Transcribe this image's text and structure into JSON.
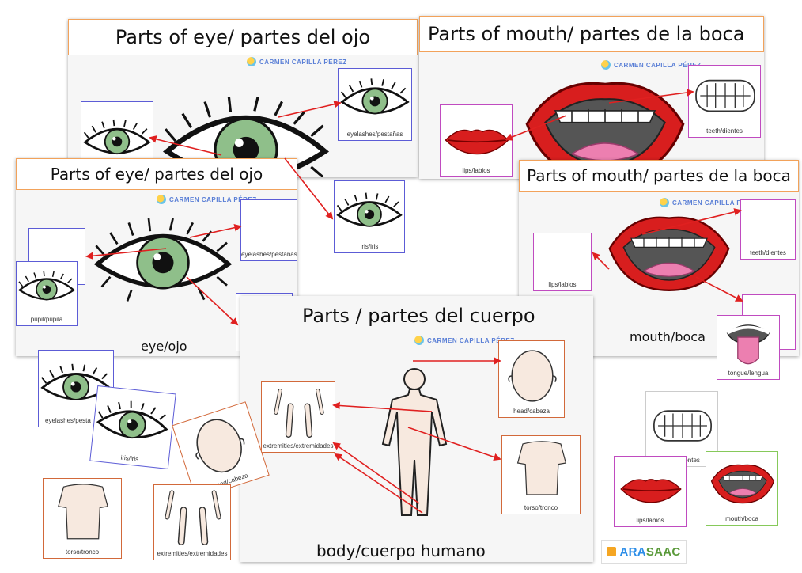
{
  "sheets": {
    "eye_back": {
      "title": "Parts of eye/ partes del ojo"
    },
    "mouth_back": {
      "title": "Parts of mouth/ partes de la boca"
    },
    "eye_front": {
      "title": "Parts of eye/ partes del ojo",
      "caption": "eye/ojo"
    },
    "mouth_front": {
      "title": "Parts of mouth/ partes de la boca",
      "caption": "mouth/boca"
    },
    "body": {
      "title": "Parts / partes del cuerpo",
      "caption": "body/cuerpo humano"
    }
  },
  "author": "CARMEN CAPILLA PÉREZ",
  "labels": {
    "eyelashes": "eyelashes/pestañas",
    "eyelashes_cut": "eyelashes/pesta",
    "iris": "iris/iris",
    "pupil": "pupil/pupila",
    "lips": "lips/labios",
    "teeth": "teeth/dientes",
    "tongue": "tongue/lengua",
    "mouth": "mouth/boca",
    "head": "head/cabeza",
    "torso": "torso/tronco",
    "extremities": "extremities/extremidades"
  },
  "logo": {
    "part1": "ARA",
    "part2": "SAAC"
  },
  "colors": {
    "title_border": "#f2a25a",
    "arrow": "#e02020",
    "author": "#5a7fd6",
    "lips": "#d81e1e"
  }
}
